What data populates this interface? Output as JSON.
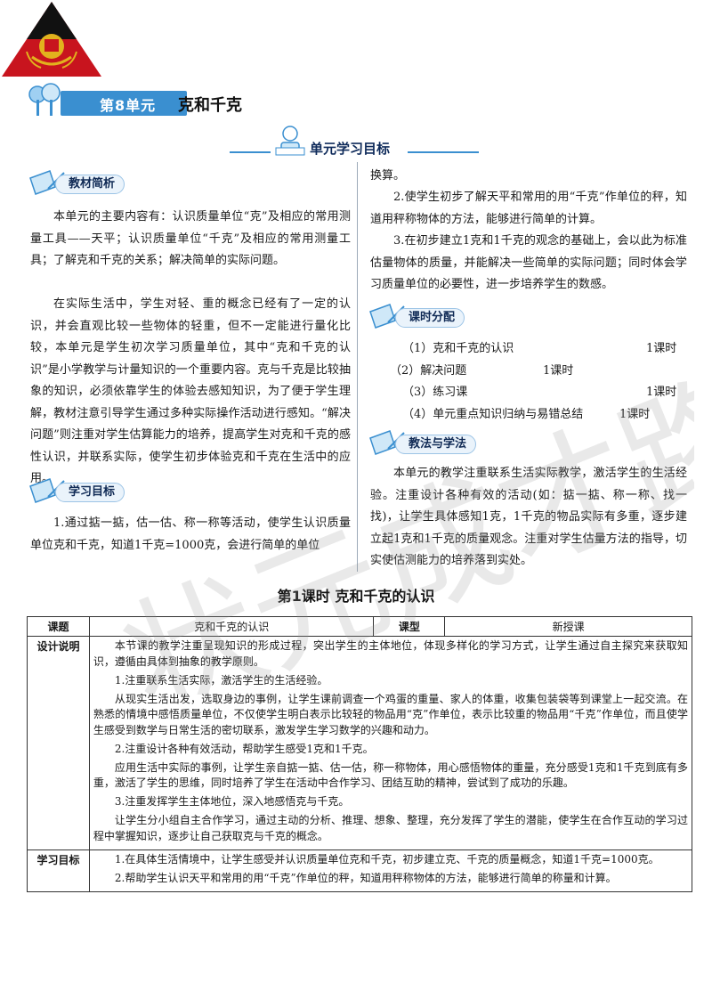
{
  "header": {
    "unit_badge": "第8单元",
    "unit_title": "克和千克",
    "goals_banner": "单元学习目标"
  },
  "left_column": {
    "analysis_title": "教材简析",
    "analysis_paragraphs": [
      "本单元的主要内容有：认识质量单位“克”及相应的常用测量工具——天平；认识质量单位“千克”及相应的常用测量工具；了解克和千克的关系；解决简单的实际问题。",
      "在实际生活中，学生对轻、重的概念已经有了一定的认识，并会直观比较一些物体的轻重，但不一定能进行量化比较，本单元是学生初次学习质量单位，其中“克和千克的认识”是小学教学与计量知识的一个重要内容。克与千克是比较抽象的知识，必须依靠学生的体验去感知知识，为了便于学生理解，教材注意引导学生通过多种实际操作活动进行感知。“解决问题”则注重对学生估算能力的培养，提高学生对克和千克的感性认识，并联系实际，使学生初步体验克和千克在生活中的应用。"
    ],
    "objectives_title": "学习目标",
    "objective_1": "1.通过掂一掂，估一估、称一称等活动，使学生认识质量单位克和千克，知道1千克=1000克，会进行简单的单位"
  },
  "right_column": {
    "objective_1_continued": "换算。",
    "objective_2": "2.使学生初步了解天平和常用的用“千克”作单位的秤，知道用秤称物体的方法，能够进行简单的计算。",
    "objective_3": "3.在初步建立1克和1千克的观念的基础上，会以此为标准估量物体的质量，并能解决一些简单的实际问题；同时体会学习质量单位的必要性，进一步培养学生的数感。",
    "schedule_title": "课时分配",
    "schedule": [
      {
        "item": "（1）克和千克的认识",
        "hours": "1课时"
      },
      {
        "item": "（2）解决问题",
        "hours": "1课时"
      },
      {
        "item": "（3）练习课",
        "hours": "1课时"
      },
      {
        "item": "（4）单元重点知识归纳与易错总结",
        "hours": "1课时"
      }
    ],
    "method_title": "教法与学法",
    "method_text": "本单元的教学注重联系生活实际教学，激活学生的生活经验。注重设计各种有效的活动(如：掂一掂、称一称、找一找)，让学生具体感知1克，1千克的物品实际有多重，逐步建立起1克和1千克的质量观念。注重对学生估量方法的指导，切实使估测能力的培养落到实处。"
  },
  "lesson": {
    "heading": "第1课时  克和千克的认识",
    "table": {
      "topic_label": "课题",
      "topic_value": "克和千克的认识",
      "type_label": "课型",
      "type_value": "新授课",
      "design_label": "设计说明",
      "design_paragraphs": [
        "本节课的教学注重呈现知识的形成过程，突出学生的主体地位，体现多样化的学习方式，让学生通过自主探究来获取知识，遵循由具体到抽象的教学原则。",
        "1.注重联系生活实际，激活学生的生活经验。",
        "从现实生活出发，选取身边的事例，让学生课前调查一个鸡蛋的重量、家人的体重，收集包装袋等到课堂上一起交流。在熟悉的情境中感悟质量单位，不仅使学生明白表示比较轻的物品用“克”作单位，表示比较重的物品用“千克”作单位，而且使学生感受到数学与日常生活的密切联系，激发学生学习数学的兴趣和动力。",
        "2.注重设计各种有效活动，帮助学生感受1克和1千克。",
        "应用生活中实际的事例，让学生亲自掂一掂、估一估，称一称物体，用心感悟物体的重量，充分感受1克和1千克到底有多重，激活了学生的思维，同时培养了学生在活动中合作学习、团结互助的精神，尝试到了成功的乐趣。",
        "3.注重发挥学生主体地位，深入地感悟克与千克。",
        "让学生分小组自主合作学习，通过主动的分析、推理、想象、整理，充分发挥了学生的潜能，使学生在合作互动的学习过程中掌握知识，逐步让自己获取克与千克的概念。"
      ],
      "goals_label": "学习目标",
      "goals_paragraphs": [
        "1.在具体生活情境中，让学生感受并认识质量单位克和千克，初步建立克、千克的质量概念，知道1千克=1000克。",
        "2.帮助学生认识天平和常用的用“千克”作单位的秤，知道用秤称物体的方法，能够进行简单的称量和计算。"
      ]
    }
  },
  "watermark_text": "状元成才路",
  "colors": {
    "accent_blue": "#3a8fd0",
    "logo_red": "#c8141e",
    "logo_black": "#111111",
    "logo_gold": "#e2b21d"
  }
}
